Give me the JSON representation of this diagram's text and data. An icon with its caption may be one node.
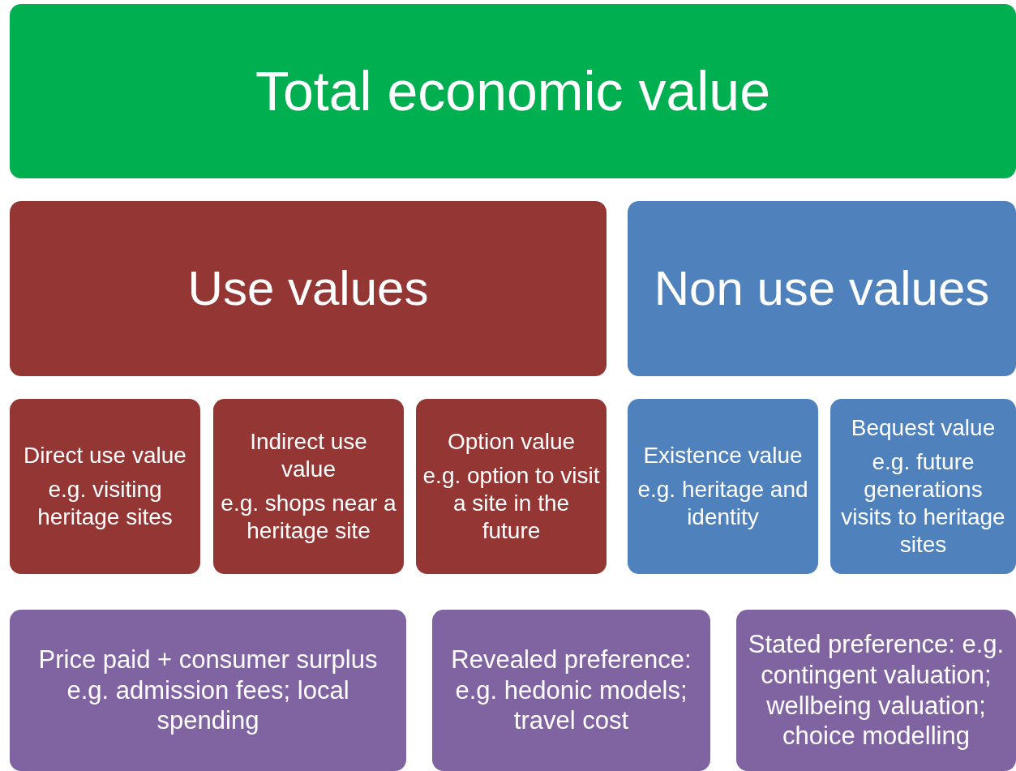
{
  "diagram": {
    "nodes": [
      {
        "text": [
          "Total economic value"
        ]
      },
      {
        "text": [
          "Use values"
        ]
      },
      {
        "text": [
          "Non use values"
        ]
      },
      {
        "text": [
          "Direct use value",
          "e.g. visiting heritage sites"
        ]
      },
      {
        "text": [
          "Indirect use value",
          "e.g. shops near a heritage site"
        ]
      },
      {
        "text": [
          "Option value",
          "e.g. option to visit a site in the future"
        ]
      },
      {
        "text": [
          "Existence value",
          "e.g. heritage and identity"
        ]
      },
      {
        "text": [
          "Bequest value",
          "e.g. future generations visits to heritage sites"
        ]
      },
      {
        "text": [
          "Price paid + consumer surplus e.g. admission fees; local spending"
        ]
      },
      {
        "text": [
          "Revealed preference:  e.g. hedonic models; travel cost"
        ]
      },
      {
        "text": [
          "Stated preference: e.g. contingent valuation; wellbeing valuation; choice modelling"
        ]
      }
    ],
    "edges": []
  }
}
